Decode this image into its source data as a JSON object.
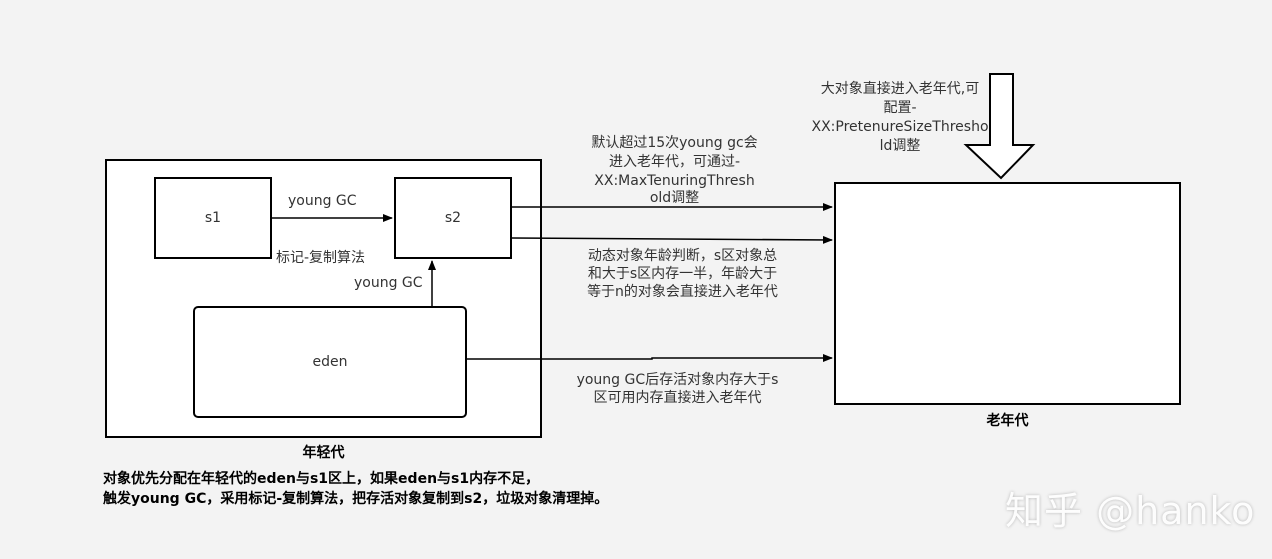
{
  "young_gen": {
    "title": "年轻代",
    "s1": "s1",
    "s2": "s2",
    "eden": "eden",
    "young_gc_top": "young GC",
    "mark_copy": "标记-复制算法",
    "young_gc_side": "young GC"
  },
  "old_gen": {
    "title": "老年代"
  },
  "annotations": {
    "big_object": [
      "大对象直接进入老年代,可",
      "配置-",
      "XX:PretenureSizeThresho",
      "ld调整"
    ],
    "tenuring": [
      "默认超过15次young gc会",
      "进入老年代，可通过-",
      "XX:MaxTenuringThresh",
      "old调整"
    ],
    "dynamic_age": [
      "动态对象年龄判断，s区对象总",
      "和大于s区内存一半，年龄大于",
      "等于n的对象会直接进入老年代"
    ],
    "survivor_overflow": [
      "young GC后存活对象内存大于s",
      "区可用内存直接进入老年代"
    ]
  },
  "description": [
    "对象优先分配在年轻代的eden与s1区上，如果eden与s1内存不足，",
    "触发young GC，采用标记-复制算法，把存活对象复制到s2，垃圾对象清理掉。"
  ],
  "watermark": "知乎 @hanko"
}
